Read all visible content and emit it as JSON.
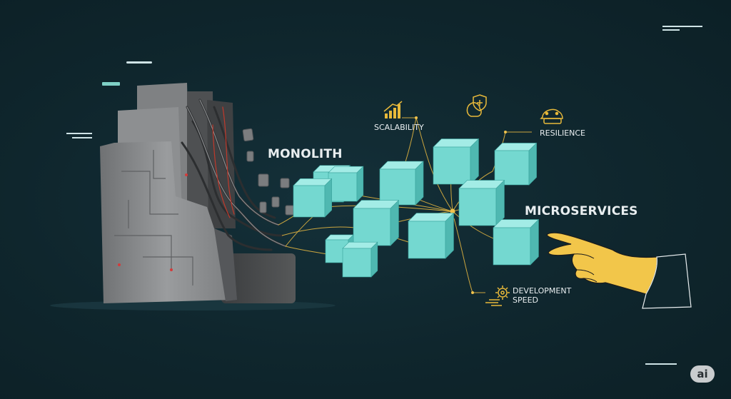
{
  "labels": {
    "monolith": "MONOLITH",
    "microservices": "MICROSERVICES",
    "scalability": "SCALABILITY",
    "resilience": "RESILIENCE",
    "development_speed_line1": "DEVELOPMENT",
    "development_speed_line2": "SPEED"
  },
  "badge": "ai",
  "colors": {
    "background": "#0f262d",
    "cube_top": "#a3ece6",
    "cube_left": "#74d8d0",
    "cube_right": "#4fb8b1",
    "connector": "#e0b340",
    "hand": "#f2c64a",
    "monolith": "#8c8e90"
  },
  "icons": [
    "bar-chart-icon",
    "shield-cloud-icon",
    "robot-car-icon",
    "gear-lines-icon",
    "ai-badge-icon"
  ]
}
